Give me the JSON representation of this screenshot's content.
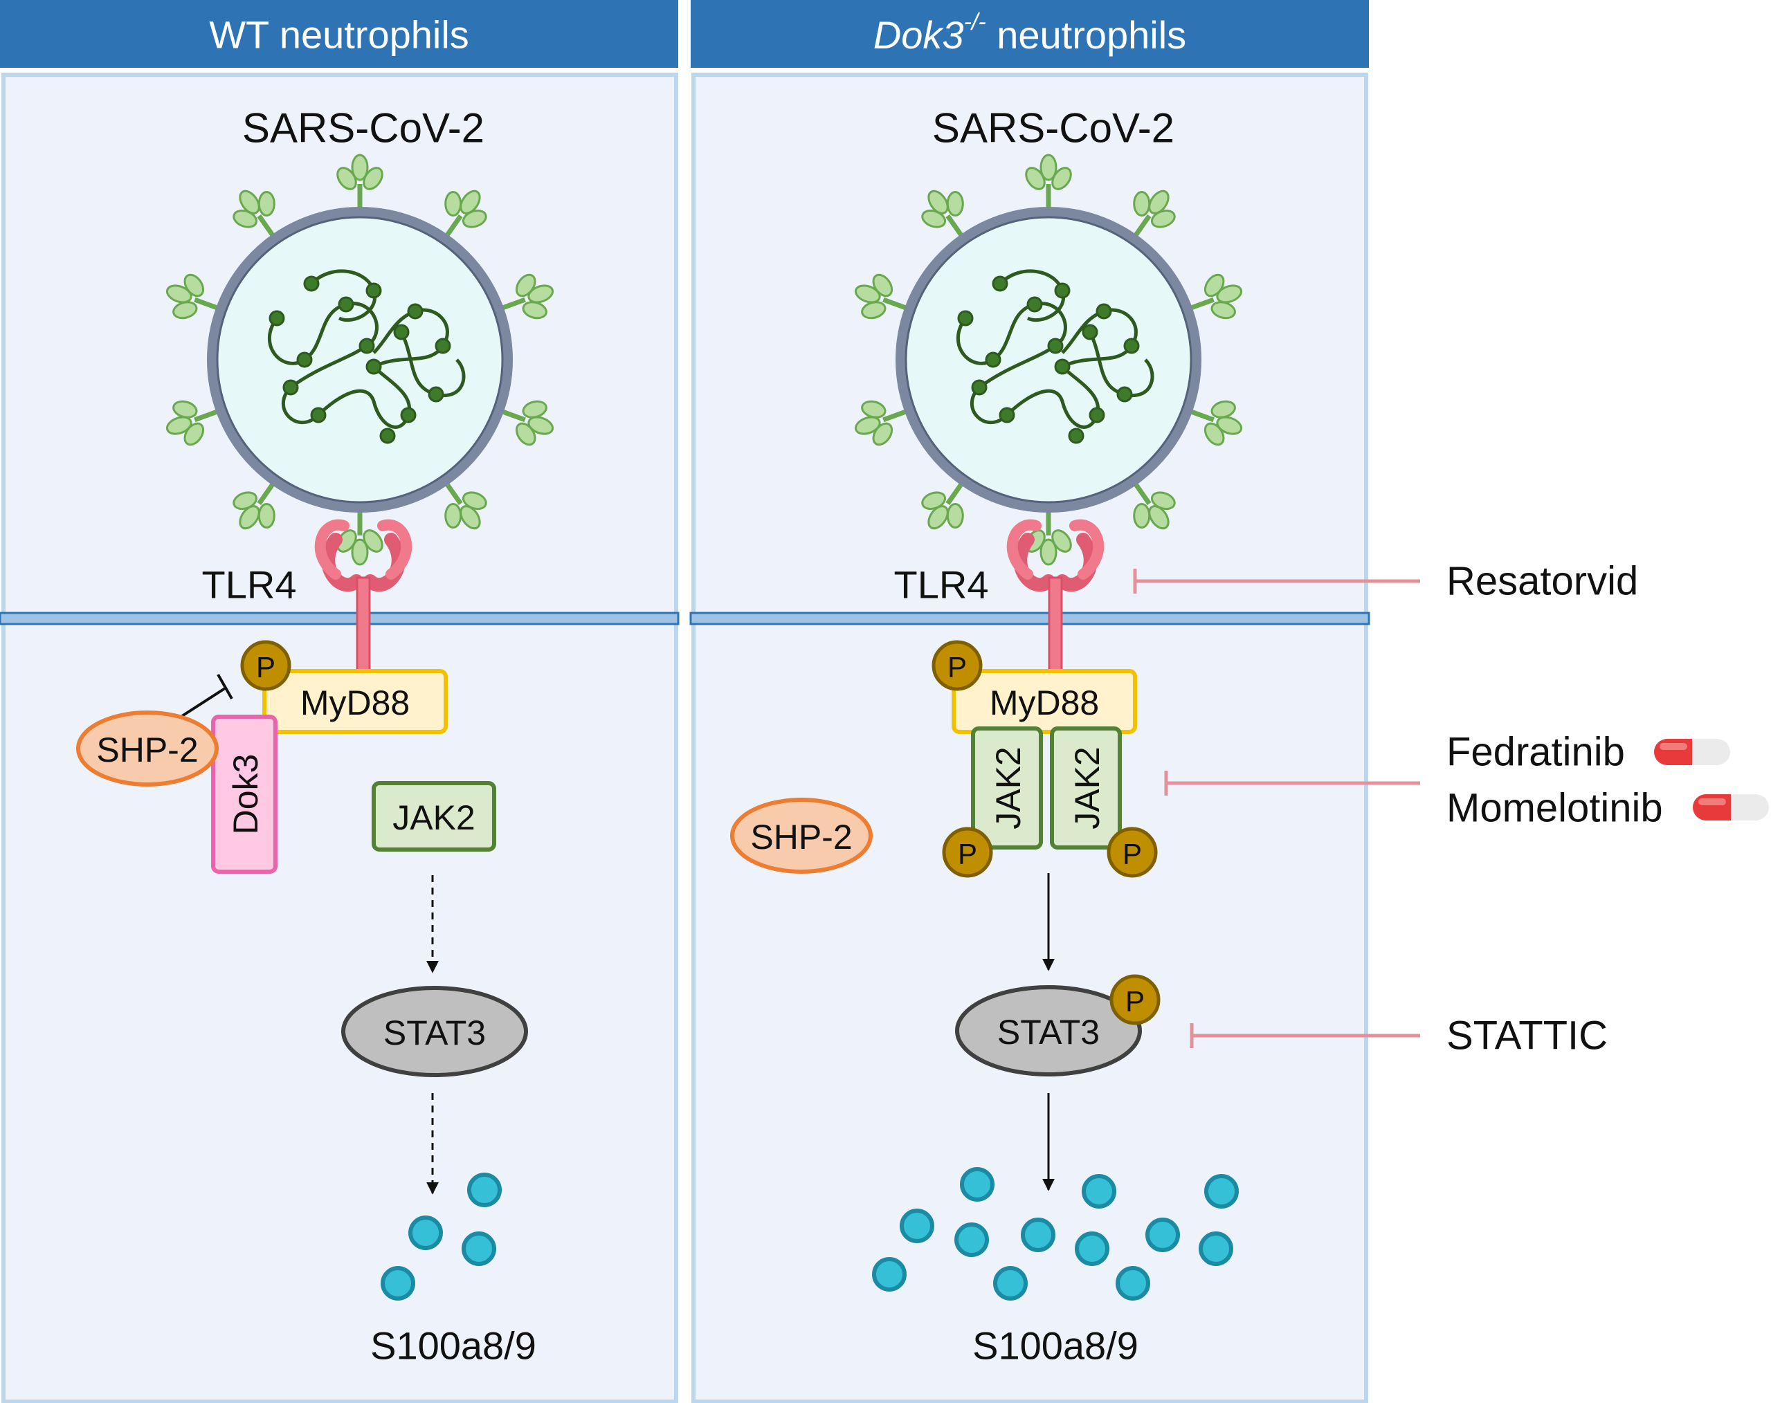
{
  "colors": {
    "header_blue": "#2e74b5",
    "panel_fill": "#eef3fb",
    "panel_border": "#bcd7ec",
    "membrane": "#9fc3e6",
    "membrane_stroke": "#2e74b5",
    "virus_fill": "#e6f8f8",
    "virus_ring": "#7b889f",
    "spike_green": "#a8d590",
    "rna_green": "#2e5a1f",
    "tlr4_pink": "#f07a8c",
    "myd88_fill": "#fff2cc",
    "myd88_stroke": "#f2c200",
    "phospho_fill": "#bf8f00",
    "phospho_stroke": "#7f6000",
    "jak2_fill": "#dbeacc",
    "jak2_stroke": "#548235",
    "dok3_fill": "#ffc9e3",
    "dok3_stroke": "#e864ab",
    "shp2_fill": "#f8cbad",
    "shp2_stroke": "#ed7d31",
    "stat3_fill": "#bfbfbf",
    "stat3_stroke": "#404040",
    "s100_fill": "#35c0d8",
    "s100_stroke": "#1b8aa3",
    "inhibitor_pink": "#e3919a",
    "capsule_red": "#e83a3a",
    "capsule_white": "#ebebeb"
  },
  "left_panel": {
    "header_plain": "WT neutrophils",
    "virus_label": "SARS-CoV-2",
    "receptor_label": "TLR4",
    "myd88_label": "MyD88",
    "phospho_label": "P",
    "shp2_label": "SHP-2",
    "dok3_label": "Dok3",
    "jak2_label": "JAK2",
    "stat3_label": "STAT3",
    "product_label": "S100a8/9"
  },
  "right_panel": {
    "header_italic": "Dok3",
    "header_superscript": "-/-",
    "header_rest": " neutrophils",
    "virus_label": "SARS-CoV-2",
    "receptor_label": "TLR4",
    "myd88_label": "MyD88",
    "phospho_label": "P",
    "shp2_label": "SHP-2",
    "jak2_label": "JAK2",
    "stat3_label": "STAT3",
    "product_label": "S100a8/9"
  },
  "inhibitors": {
    "resatorvid": "Resatorvid",
    "fedratinib": "Fedratinib",
    "momelotinib": "Momelotinib",
    "stattic": "STATTIC"
  },
  "icons": {
    "virus": "sars-cov-2-virion-icon",
    "receptor": "tlr4-receptor-icon",
    "drug": "capsule-pill-icon"
  }
}
